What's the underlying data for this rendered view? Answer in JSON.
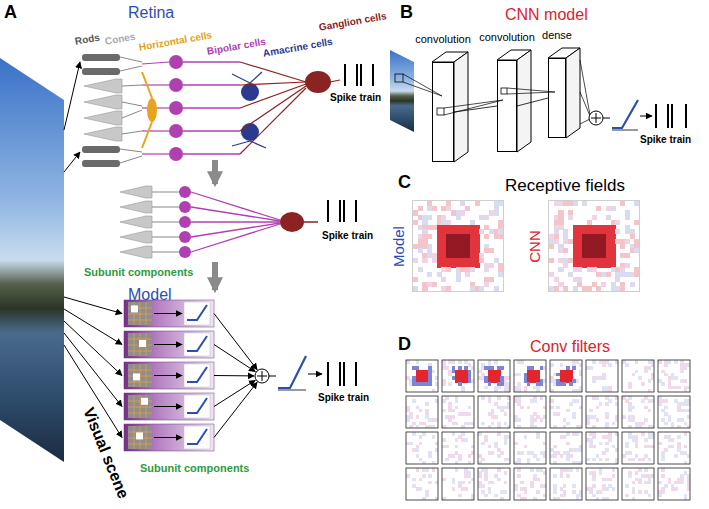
{
  "diagram": {
    "nodes": [
      {
        "text": [
          "convolution"
        ]
      },
      {
        "text": [
          "convolution"
        ]
      },
      {
        "text": [
          "dense"
        ]
      },
      {
        "text": [
          "Model"
        ]
      },
      {
        "text": [
          "CNN"
        ]
      }
    ],
    "edges": [
      {
        "from": 0,
        "to": 1,
        "arrow": "none"
      },
      {
        "from": 1,
        "to": 2,
        "arrow": "none"
      }
    ],
    "labels": [
      "A",
      "Retina",
      "Rods",
      "Cones",
      "Horizontal cells",
      "Bipolar cells",
      "Amacrine cells",
      "Ganglion cells",
      "Spike train",
      "Subunit components",
      "Spike train",
      "Model",
      "Spike train",
      "Subunit components",
      "Visual scene",
      "B",
      "CNN model",
      "Spike train",
      "C",
      "Receptive fields",
      "D",
      "Conv filters"
    ]
  }
}
